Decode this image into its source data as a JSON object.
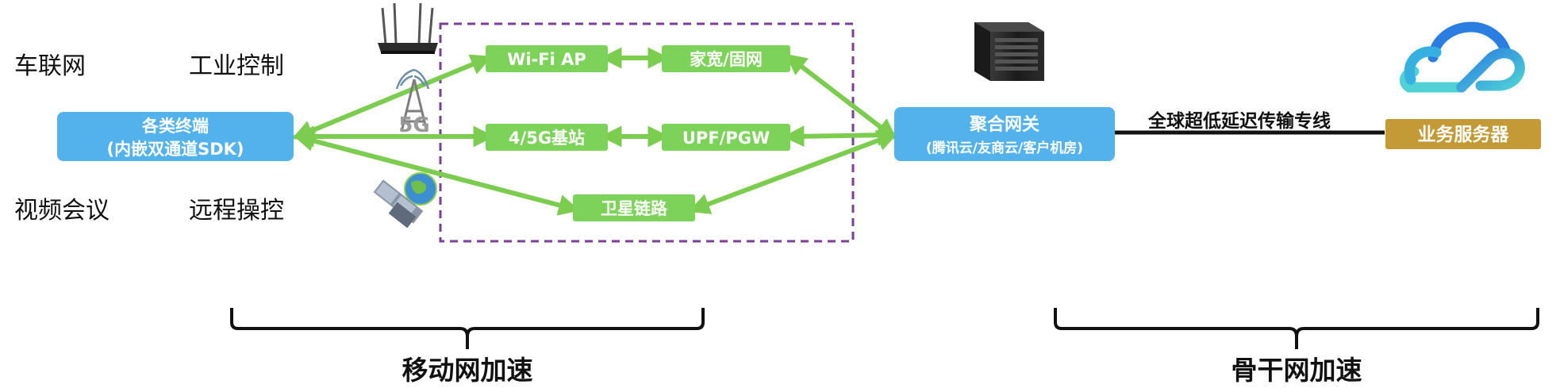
{
  "colors": {
    "green_box": "#7dd35a",
    "green_arrow": "#7ccd4f",
    "blue_box": "#53b2ec",
    "gold_box": "#c49a37",
    "dashed_border": "#7b3f98",
    "line_black": "#111111"
  },
  "use_cases": {
    "top_left": "车联网",
    "top_right": "工业控制",
    "bottom_left": "视频会议",
    "bottom_right": "远程操控"
  },
  "terminal": {
    "line1": "各类终端",
    "line2": "(内嵌双通道SDK)"
  },
  "access": {
    "wifi_ap": "Wi-Fi AP",
    "broadband": "家宽/固网",
    "base_station": "4/5G基站",
    "upf": "UPF/PGW",
    "satellite": "卫星链路"
  },
  "gateway": {
    "line1": "聚合网关",
    "line2": "(腾讯云/友商云/客户机房)"
  },
  "backbone_label": "全球超低延迟传输专线",
  "server": "业务服务器",
  "icon_5g_text": "5G",
  "sections": {
    "mobile": "移动网加速",
    "backbone": "骨干网加速"
  },
  "icons": [
    "wifi-router-icon",
    "cell-tower-5g-icon",
    "satellite-icon",
    "server-tower-icon",
    "tencent-cloud-icon"
  ]
}
